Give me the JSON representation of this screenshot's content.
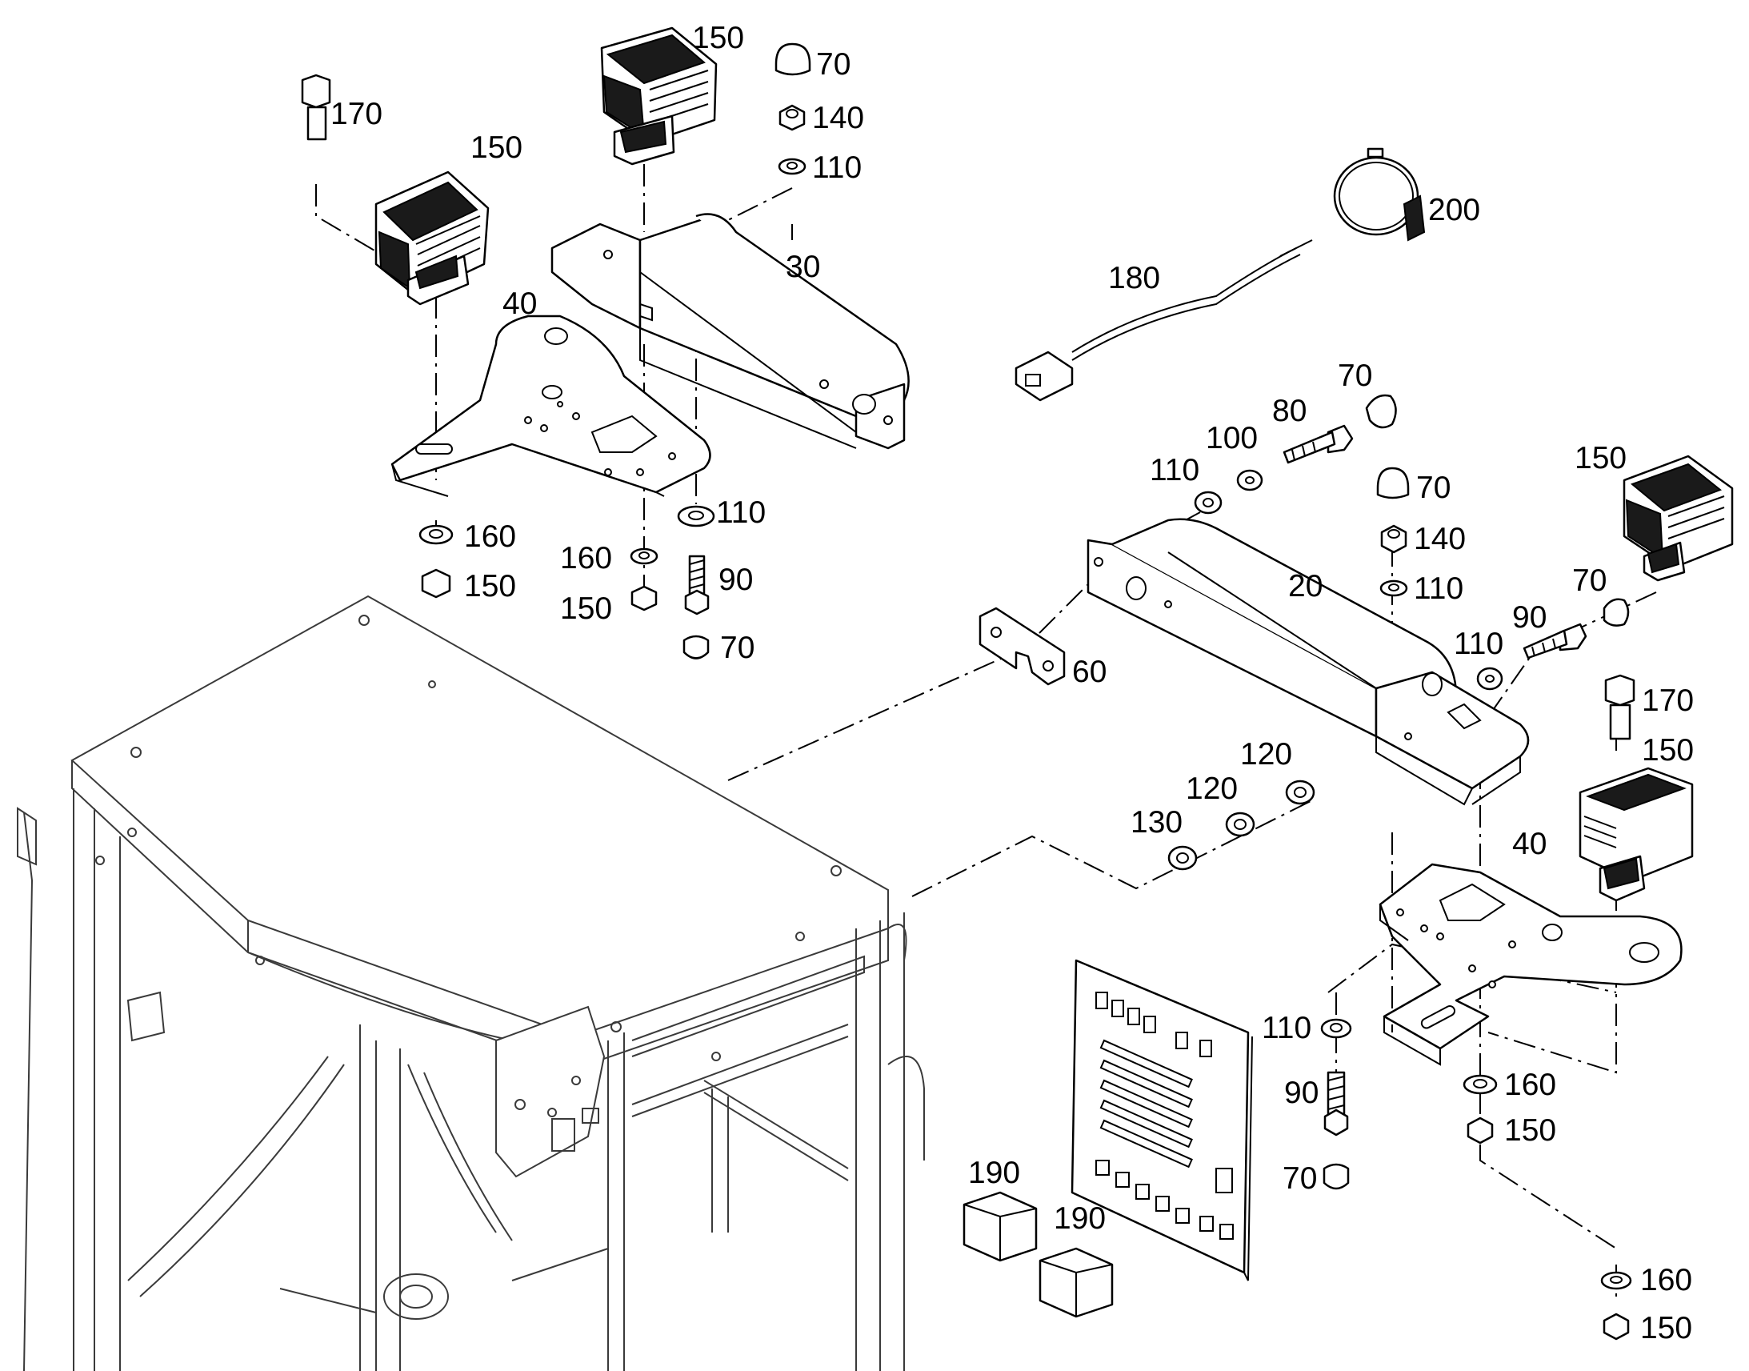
{
  "diagram": {
    "callouts": [
      {
        "id": "c150-top",
        "text": "150"
      },
      {
        "id": "c70-a",
        "text": "70"
      },
      {
        "id": "c140-a",
        "text": "140"
      },
      {
        "id": "c110-a",
        "text": "110"
      },
      {
        "id": "c170-a",
        "text": "170"
      },
      {
        "id": "c150-b",
        "text": "150"
      },
      {
        "id": "c30",
        "text": "30"
      },
      {
        "id": "c40-a",
        "text": "40"
      },
      {
        "id": "c180",
        "text": "180"
      },
      {
        "id": "c200",
        "text": "200"
      },
      {
        "id": "c70-b",
        "text": "70"
      },
      {
        "id": "c80",
        "text": "80"
      },
      {
        "id": "c100",
        "text": "100"
      },
      {
        "id": "c110-b",
        "text": "110"
      },
      {
        "id": "c150-c",
        "text": "150"
      },
      {
        "id": "c70-c",
        "text": "70"
      },
      {
        "id": "c140-b",
        "text": "140"
      },
      {
        "id": "c110-c",
        "text": "110"
      },
      {
        "id": "c20",
        "text": "20"
      },
      {
        "id": "c110-d",
        "text": "110"
      },
      {
        "id": "c160-a",
        "text": "160"
      },
      {
        "id": "c150-d",
        "text": "150"
      },
      {
        "id": "c160-b",
        "text": "160"
      },
      {
        "id": "c150-e",
        "text": "150"
      },
      {
        "id": "c90-a",
        "text": "90"
      },
      {
        "id": "c70-d",
        "text": "70"
      },
      {
        "id": "c60",
        "text": "60"
      },
      {
        "id": "c90-b",
        "text": "90"
      },
      {
        "id": "c70-e",
        "text": "70"
      },
      {
        "id": "c110-e",
        "text": "110"
      },
      {
        "id": "c170-b",
        "text": "170"
      },
      {
        "id": "c150-f",
        "text": "150"
      },
      {
        "id": "c120-a",
        "text": "120"
      },
      {
        "id": "c120-b",
        "text": "120"
      },
      {
        "id": "c130",
        "text": "130"
      },
      {
        "id": "c40-b",
        "text": "40"
      },
      {
        "id": "c110-f",
        "text": "110"
      },
      {
        "id": "c90-c",
        "text": "90"
      },
      {
        "id": "c70-f",
        "text": "70"
      },
      {
        "id": "c160-c",
        "text": "160"
      },
      {
        "id": "c150-g",
        "text": "150"
      },
      {
        "id": "c190-a",
        "text": "190"
      },
      {
        "id": "c190-b",
        "text": "190"
      },
      {
        "id": "c160-d",
        "text": "160"
      },
      {
        "id": "c150-h",
        "text": "150"
      }
    ]
  }
}
